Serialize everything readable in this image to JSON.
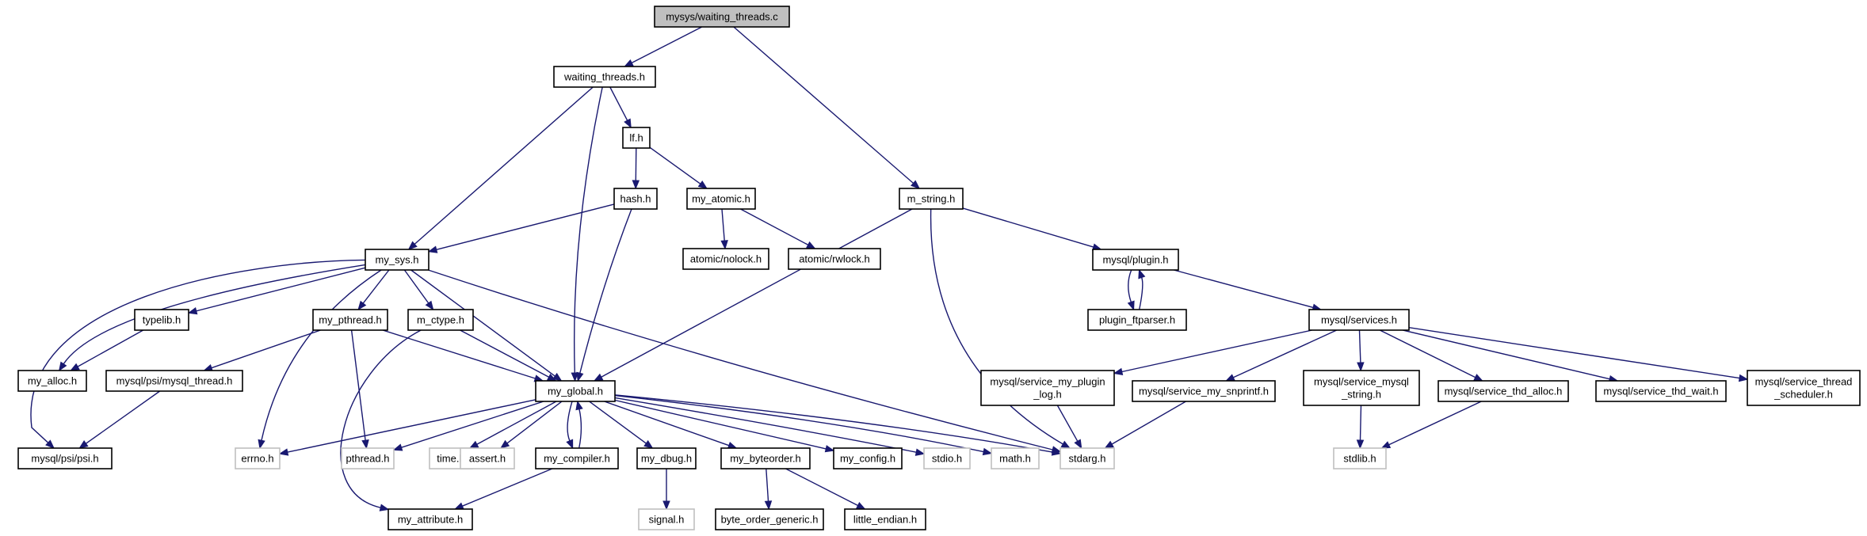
{
  "graph": {
    "nodes": [
      {
        "id": "waiting_threads_c",
        "lines": [
          "mysys/waiting_threads.c"
        ],
        "style": "root"
      },
      {
        "id": "waiting_threads_h",
        "lines": [
          "waiting_threads.h"
        ],
        "style": "normal"
      },
      {
        "id": "m_string_h",
        "lines": [
          "m_string.h"
        ],
        "style": "normal"
      },
      {
        "id": "lf_h",
        "lines": [
          "lf.h"
        ],
        "style": "normal"
      },
      {
        "id": "hash_h",
        "lines": [
          "hash.h"
        ],
        "style": "normal"
      },
      {
        "id": "my_atomic_h",
        "lines": [
          "my_atomic.h"
        ],
        "style": "normal"
      },
      {
        "id": "atomic_nolock_h",
        "lines": [
          "atomic/nolock.h"
        ],
        "style": "normal"
      },
      {
        "id": "atomic_rwlock_h",
        "lines": [
          "atomic/rwlock.h"
        ],
        "style": "normal"
      },
      {
        "id": "my_sys_h",
        "lines": [
          "my_sys.h"
        ],
        "style": "normal"
      },
      {
        "id": "typelib_h",
        "lines": [
          "typelib.h"
        ],
        "style": "normal"
      },
      {
        "id": "my_pthread_h",
        "lines": [
          "my_pthread.h"
        ],
        "style": "normal"
      },
      {
        "id": "m_ctype_h",
        "lines": [
          "m_ctype.h"
        ],
        "style": "normal"
      },
      {
        "id": "my_alloc_h",
        "lines": [
          "my_alloc.h"
        ],
        "style": "normal"
      },
      {
        "id": "mysql_psi_mysql_thread_h",
        "lines": [
          "mysql/psi/mysql_thread.h"
        ],
        "style": "normal"
      },
      {
        "id": "mysql_psi_psi_h",
        "lines": [
          "mysql/psi/psi.h"
        ],
        "style": "normal"
      },
      {
        "id": "my_global_h",
        "lines": [
          "my_global.h"
        ],
        "style": "normal"
      },
      {
        "id": "errno_h",
        "lines": [
          "errno.h"
        ],
        "style": "ext"
      },
      {
        "id": "pthread_h",
        "lines": [
          "pthread.h"
        ],
        "style": "ext"
      },
      {
        "id": "time_h",
        "lines": [
          "time.h"
        ],
        "style": "ext"
      },
      {
        "id": "assert_h",
        "lines": [
          "assert.h"
        ],
        "style": "ext"
      },
      {
        "id": "my_compiler_h",
        "lines": [
          "my_compiler.h"
        ],
        "style": "normal"
      },
      {
        "id": "my_dbug_h",
        "lines": [
          "my_dbug.h"
        ],
        "style": "normal"
      },
      {
        "id": "my_byteorder_h",
        "lines": [
          "my_byteorder.h"
        ],
        "style": "normal"
      },
      {
        "id": "my_config_h",
        "lines": [
          "my_config.h"
        ],
        "style": "normal"
      },
      {
        "id": "stdio_h",
        "lines": [
          "stdio.h"
        ],
        "style": "ext"
      },
      {
        "id": "math_h",
        "lines": [
          "math.h"
        ],
        "style": "ext"
      },
      {
        "id": "stdarg_h",
        "lines": [
          "stdarg.h"
        ],
        "style": "ext"
      },
      {
        "id": "my_attribute_h",
        "lines": [
          "my_attribute.h"
        ],
        "style": "normal"
      },
      {
        "id": "signal_h",
        "lines": [
          "signal.h"
        ],
        "style": "ext"
      },
      {
        "id": "byte_order_generic_h",
        "lines": [
          "byte_order_generic.h"
        ],
        "style": "normal"
      },
      {
        "id": "little_endian_h",
        "lines": [
          "little_endian.h"
        ],
        "style": "normal"
      },
      {
        "id": "mysql_plugin_h",
        "lines": [
          "mysql/plugin.h"
        ],
        "style": "normal"
      },
      {
        "id": "plugin_ftparser_h",
        "lines": [
          "plugin_ftparser.h"
        ],
        "style": "normal"
      },
      {
        "id": "mysql_services_h",
        "lines": [
          "mysql/services.h"
        ],
        "style": "normal"
      },
      {
        "id": "service_my_plugin_log_h",
        "lines": [
          "mysql/service_my_plugin",
          "_log.h"
        ],
        "style": "normal"
      },
      {
        "id": "service_my_snprintf_h",
        "lines": [
          "mysql/service_my_snprintf.h"
        ],
        "style": "normal"
      },
      {
        "id": "service_mysql_string_h",
        "lines": [
          "mysql/service_mysql",
          "_string.h"
        ],
        "style": "normal"
      },
      {
        "id": "service_thd_alloc_h",
        "lines": [
          "mysql/service_thd_alloc.h"
        ],
        "style": "normal"
      },
      {
        "id": "service_thd_wait_h",
        "lines": [
          "mysql/service_thd_wait.h"
        ],
        "style": "normal"
      },
      {
        "id": "service_thread_scheduler_h",
        "lines": [
          "mysql/service_thread",
          "_scheduler.h"
        ],
        "style": "normal"
      },
      {
        "id": "stdlib_h",
        "lines": [
          "stdlib.h"
        ],
        "style": "ext"
      }
    ],
    "edges": [
      [
        "waiting_threads_c",
        "waiting_threads_h"
      ],
      [
        "waiting_threads_c",
        "m_string_h"
      ],
      [
        "waiting_threads_h",
        "lf_h"
      ],
      [
        "waiting_threads_h",
        "my_sys_h"
      ],
      [
        "waiting_threads_h",
        "my_global_h"
      ],
      [
        "lf_h",
        "hash_h"
      ],
      [
        "lf_h",
        "my_atomic_h"
      ],
      [
        "my_atomic_h",
        "atomic_nolock_h"
      ],
      [
        "my_atomic_h",
        "atomic_rwlock_h"
      ],
      [
        "hash_h",
        "my_sys_h"
      ],
      [
        "hash_h",
        "my_global_h"
      ],
      [
        "my_sys_h",
        "typelib_h"
      ],
      [
        "my_sys_h",
        "my_pthread_h"
      ],
      [
        "my_sys_h",
        "m_ctype_h"
      ],
      [
        "my_sys_h",
        "my_alloc_h"
      ],
      [
        "my_sys_h",
        "mysql_psi_psi_h"
      ],
      [
        "my_sys_h",
        "my_global_h"
      ],
      [
        "my_sys_h",
        "errno_h"
      ],
      [
        "my_sys_h",
        "stdarg_h"
      ],
      [
        "typelib_h",
        "my_alloc_h"
      ],
      [
        "my_pthread_h",
        "mysql_psi_mysql_thread_h"
      ],
      [
        "my_pthread_h",
        "my_global_h"
      ],
      [
        "my_pthread_h",
        "pthread_h"
      ],
      [
        "m_ctype_h",
        "my_global_h"
      ],
      [
        "m_ctype_h",
        "my_attribute_h"
      ],
      [
        "mysql_psi_mysql_thread_h",
        "mysql_psi_psi_h"
      ],
      [
        "my_global_h",
        "errno_h"
      ],
      [
        "my_global_h",
        "pthread_h"
      ],
      [
        "my_global_h",
        "time_h"
      ],
      [
        "my_global_h",
        "assert_h"
      ],
      [
        "my_global_h",
        "my_compiler_h"
      ],
      [
        "my_global_h",
        "my_dbug_h"
      ],
      [
        "my_global_h",
        "my_byteorder_h"
      ],
      [
        "my_global_h",
        "my_config_h"
      ],
      [
        "my_global_h",
        "stdio_h"
      ],
      [
        "my_global_h",
        "math_h"
      ],
      [
        "my_global_h",
        "stdarg_h"
      ],
      [
        "my_compiler_h",
        "my_global_h"
      ],
      [
        "my_compiler_h",
        "my_attribute_h"
      ],
      [
        "my_dbug_h",
        "signal_h"
      ],
      [
        "my_byteorder_h",
        "byte_order_generic_h"
      ],
      [
        "my_byteorder_h",
        "little_endian_h"
      ],
      [
        "m_string_h",
        "my_global_h"
      ],
      [
        "m_string_h",
        "stdarg_h"
      ],
      [
        "m_string_h",
        "mysql_plugin_h"
      ],
      [
        "mysql_plugin_h",
        "plugin_ftparser_h"
      ],
      [
        "plugin_ftparser_h",
        "mysql_plugin_h"
      ],
      [
        "mysql_plugin_h",
        "mysql_services_h"
      ],
      [
        "mysql_services_h",
        "service_my_plugin_log_h"
      ],
      [
        "mysql_services_h",
        "service_my_snprintf_h"
      ],
      [
        "mysql_services_h",
        "service_mysql_string_h"
      ],
      [
        "mysql_services_h",
        "service_thd_alloc_h"
      ],
      [
        "mysql_services_h",
        "service_thd_wait_h"
      ],
      [
        "mysql_services_h",
        "service_thread_scheduler_h"
      ],
      [
        "service_my_plugin_log_h",
        "stdarg_h"
      ],
      [
        "service_my_snprintf_h",
        "stdarg_h"
      ],
      [
        "service_mysql_string_h",
        "stdlib_h"
      ],
      [
        "service_thd_alloc_h",
        "stdlib_h"
      ]
    ]
  }
}
